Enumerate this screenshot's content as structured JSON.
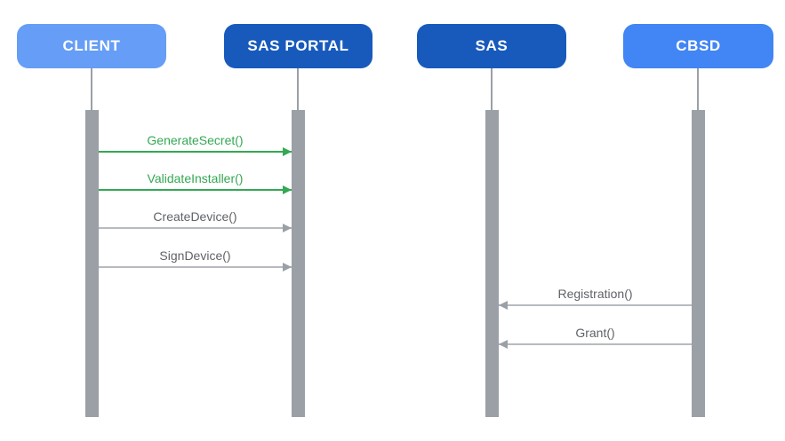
{
  "diagram": {
    "type": "sequence-diagram",
    "actors": [
      {
        "label": "CLIENT",
        "color": "#669DF6",
        "text_color": "#ffffff"
      },
      {
        "label": "SAS PORTAL",
        "color": "#185ABC",
        "text_color": "#ffffff"
      },
      {
        "label": "SAS",
        "color": "#185ABC",
        "text_color": "#ffffff"
      },
      {
        "label": "CBSD",
        "color": "#4285F4",
        "text_color": "#ffffff"
      }
    ],
    "messages": [
      {
        "label": "GenerateSecret()",
        "from": "CLIENT",
        "to": "SAS PORTAL",
        "direction": "right",
        "color": "#34A853"
      },
      {
        "label": "ValidateInstaller()",
        "from": "CLIENT",
        "to": "SAS PORTAL",
        "direction": "right",
        "color": "#34A853"
      },
      {
        "label": "CreateDevice()",
        "from": "CLIENT",
        "to": "SAS PORTAL",
        "direction": "right",
        "color": "#5F6368"
      },
      {
        "label": "SignDevice()",
        "from": "CLIENT",
        "to": "SAS PORTAL",
        "direction": "right",
        "color": "#5F6368"
      },
      {
        "label": "Registration()",
        "from": "CBSD",
        "to": "SAS",
        "direction": "left",
        "color": "#5F6368"
      },
      {
        "label": "Grant()",
        "from": "CBSD",
        "to": "SAS",
        "direction": "left",
        "color": "#5F6368"
      }
    ],
    "colors": {
      "lifeline_gray": "#9AA0A6",
      "arrow_line_gray": "#B7BBC0",
      "arrowhead_gray": "#9AA0A6",
      "message_green": "#34A853",
      "message_gray_text": "#5F6368",
      "background": "#ffffff"
    }
  }
}
